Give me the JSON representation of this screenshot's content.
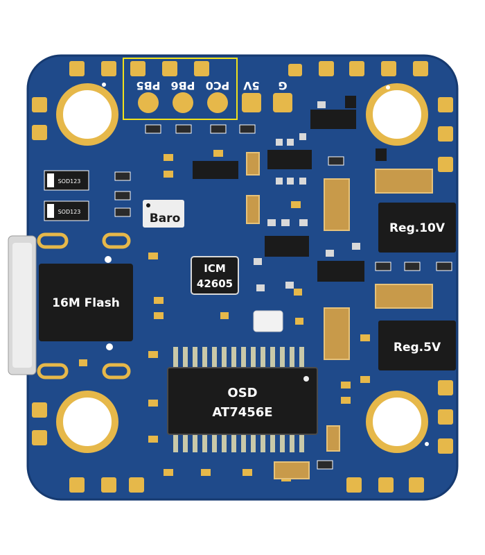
{
  "pin_labels": {
    "pb5": "PB5",
    "pb6": "PB6",
    "pc0": "PC0",
    "v5": "5V",
    "gnd": "G"
  },
  "chips": {
    "flash": "16M Flash",
    "baro": "Baro",
    "imu_line1": "ICM",
    "imu_line2": "42605",
    "osd_line1": "OSD",
    "osd_line2": "AT7456E",
    "reg10": "Reg.10V",
    "reg5": "Reg.5V"
  },
  "diodes": {
    "d1": "SOD123",
    "d2": "SOD123"
  },
  "colors": {
    "pcb": "#1f4a8a",
    "pad": "#e6b84a",
    "chip": "#1b1b1b",
    "highlight_box": "#f2e21a"
  }
}
